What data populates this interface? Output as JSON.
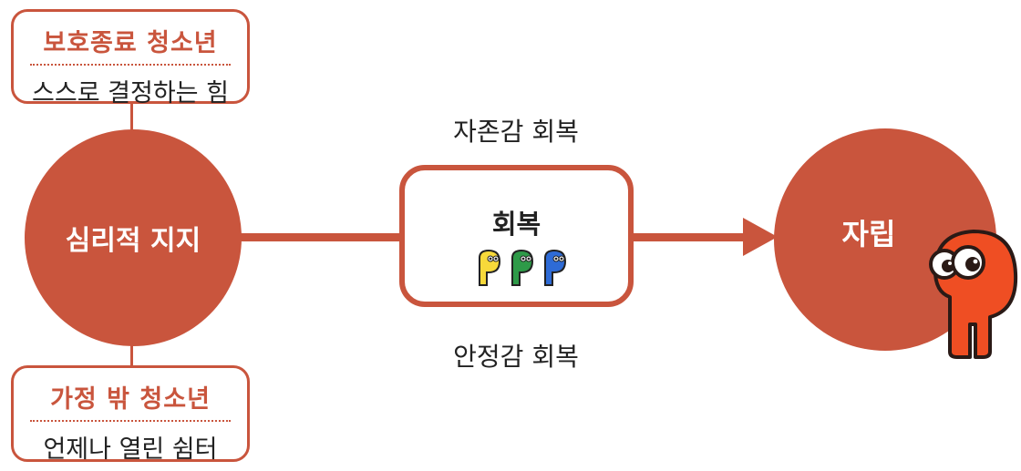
{
  "top_card": {
    "title": "보호종료 청소년",
    "body": "스스로 결정하는 힘"
  },
  "bottom_card": {
    "title": "가정 밖 청소년",
    "body": "언제나 열린 쉼터"
  },
  "left_node": "심리적 지지",
  "middle_box": {
    "title": "회복"
  },
  "top_label": "자존감 회복",
  "bottom_label": "안정감 회복",
  "right_node": "자립",
  "colors": {
    "accent": "#c9553d",
    "mascot": "#ef4e23",
    "yellow": "#f7d93a",
    "green": "#2e9a48",
    "blue": "#2e6bd6"
  }
}
